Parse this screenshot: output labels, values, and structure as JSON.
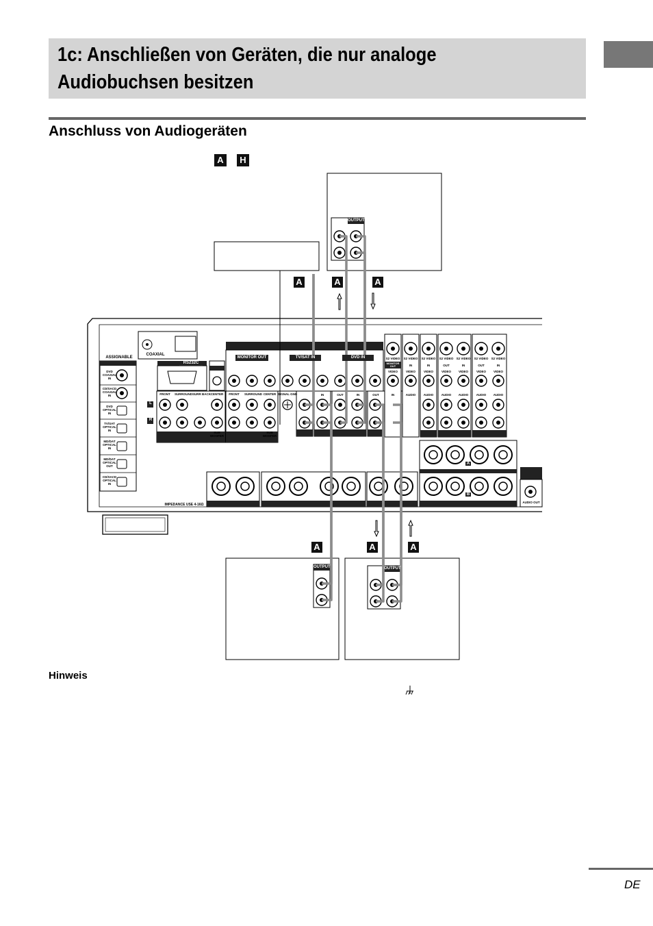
{
  "page": {
    "title_line1": "1c: Anschließen von Geräten, die nur analoge",
    "title_line2": "Audiobuchsen besitzen",
    "section_heading": "Anschluss von Audiogeräten",
    "tags_top": [
      "A",
      "H"
    ],
    "connection_tag": "A",
    "hinweis": "Hinweis",
    "footer_lang": "DE"
  },
  "receiver": {
    "assignable": "ASSIGNABLE",
    "digital_inputs": [
      "DVD COAXIAL IN",
      "CD/SACD COAXIAL IN",
      "DVD OPTICAL IN",
      "TV/SAT OPTICAL IN",
      "MD/DAT OPTICAL IN",
      "MD/DAT OPTICAL OUT",
      "CD/SACD OPTICAL IN"
    ],
    "coaxial_label": "COAXIAL",
    "rs232c": "RS232C",
    "channel_l": "L",
    "channel_r": "R",
    "front_channels": [
      "FRONT",
      "SURROUND",
      "SURR BACK",
      "CENTER"
    ],
    "front_channels_2": [
      "FRONT",
      "SURROUND",
      "CENTER"
    ],
    "sub_woofer": "SUB WOOFER",
    "monitor_out": "MONITOR OUT",
    "tv_sat_in": "TV/SAT IN",
    "dvd_in": "DVD IN",
    "signal_gnd": "SIGNAL GND",
    "io_labels": [
      "IN",
      "OUT",
      "IN",
      "OUT",
      "IN"
    ],
    "s2_video": "S2 VIDEO",
    "monitor_out_small": "MONITOR OUT",
    "video_labels": [
      "IN",
      "IN",
      "OUT",
      "IN",
      "OUT",
      "IN"
    ],
    "video": "VIDEO",
    "audio": "AUDIO",
    "impedance": "IMPEDANCE USE 4-16Ω",
    "speaker_a": "A",
    "speaker_b": "B",
    "audio_out": "AUDIO OUT"
  },
  "devices": {
    "output_label": "OUTPUT"
  },
  "colors": {
    "title_bg": "#d4d4d4",
    "tab": "#777777",
    "rule": "#666666",
    "cable": "#8c8c8c"
  }
}
